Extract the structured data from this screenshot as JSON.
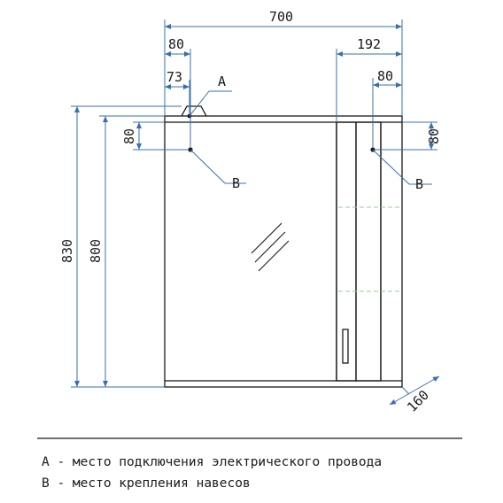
{
  "dimensions": {
    "total_width": "700",
    "offset_left_outer": "80",
    "offset_left_inner": "73",
    "right_cabinet_width": "192",
    "offset_right": "80",
    "left_vertical": "80",
    "right_vertical": "80",
    "total_height": "830",
    "body_height": "800",
    "depth": "160"
  },
  "callouts": {
    "a": "A",
    "b_left": "B",
    "b_right": "B"
  },
  "legend": {
    "line_a": "A - место подключения электрического провода",
    "line_b": "B - место крепления навесов"
  },
  "colors": {
    "dimension_lines": "#3a6fb0",
    "outline": "#1a1a1a",
    "shelf_marks": "#9bc99b"
  }
}
